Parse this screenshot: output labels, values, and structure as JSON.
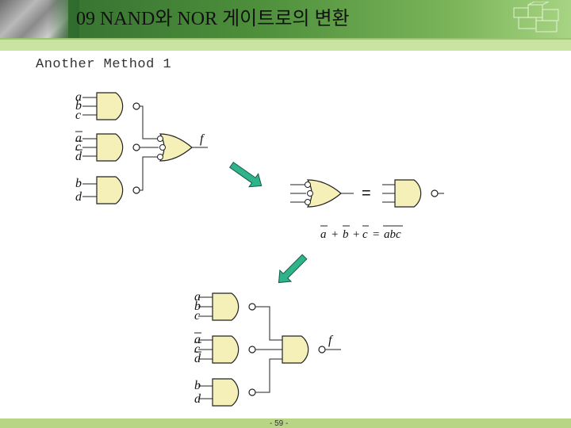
{
  "header": {
    "title": "09 NAND와 NOR 게이트로의 변환"
  },
  "slide": {
    "subtitle": "Another Method 1",
    "page_number": "- 59 -"
  },
  "labels": {
    "a": "a",
    "b": "b",
    "c": "c",
    "d": "d",
    "f": "f",
    "plus": "+",
    "equals": "=",
    "abc": "abc"
  },
  "colors": {
    "header_dark": "#2f6a2e",
    "header_light": "#a7d483",
    "stripe": "#c9e3a0",
    "arrow": "#2fb38a",
    "gate_fill": "#f5f0b8"
  }
}
